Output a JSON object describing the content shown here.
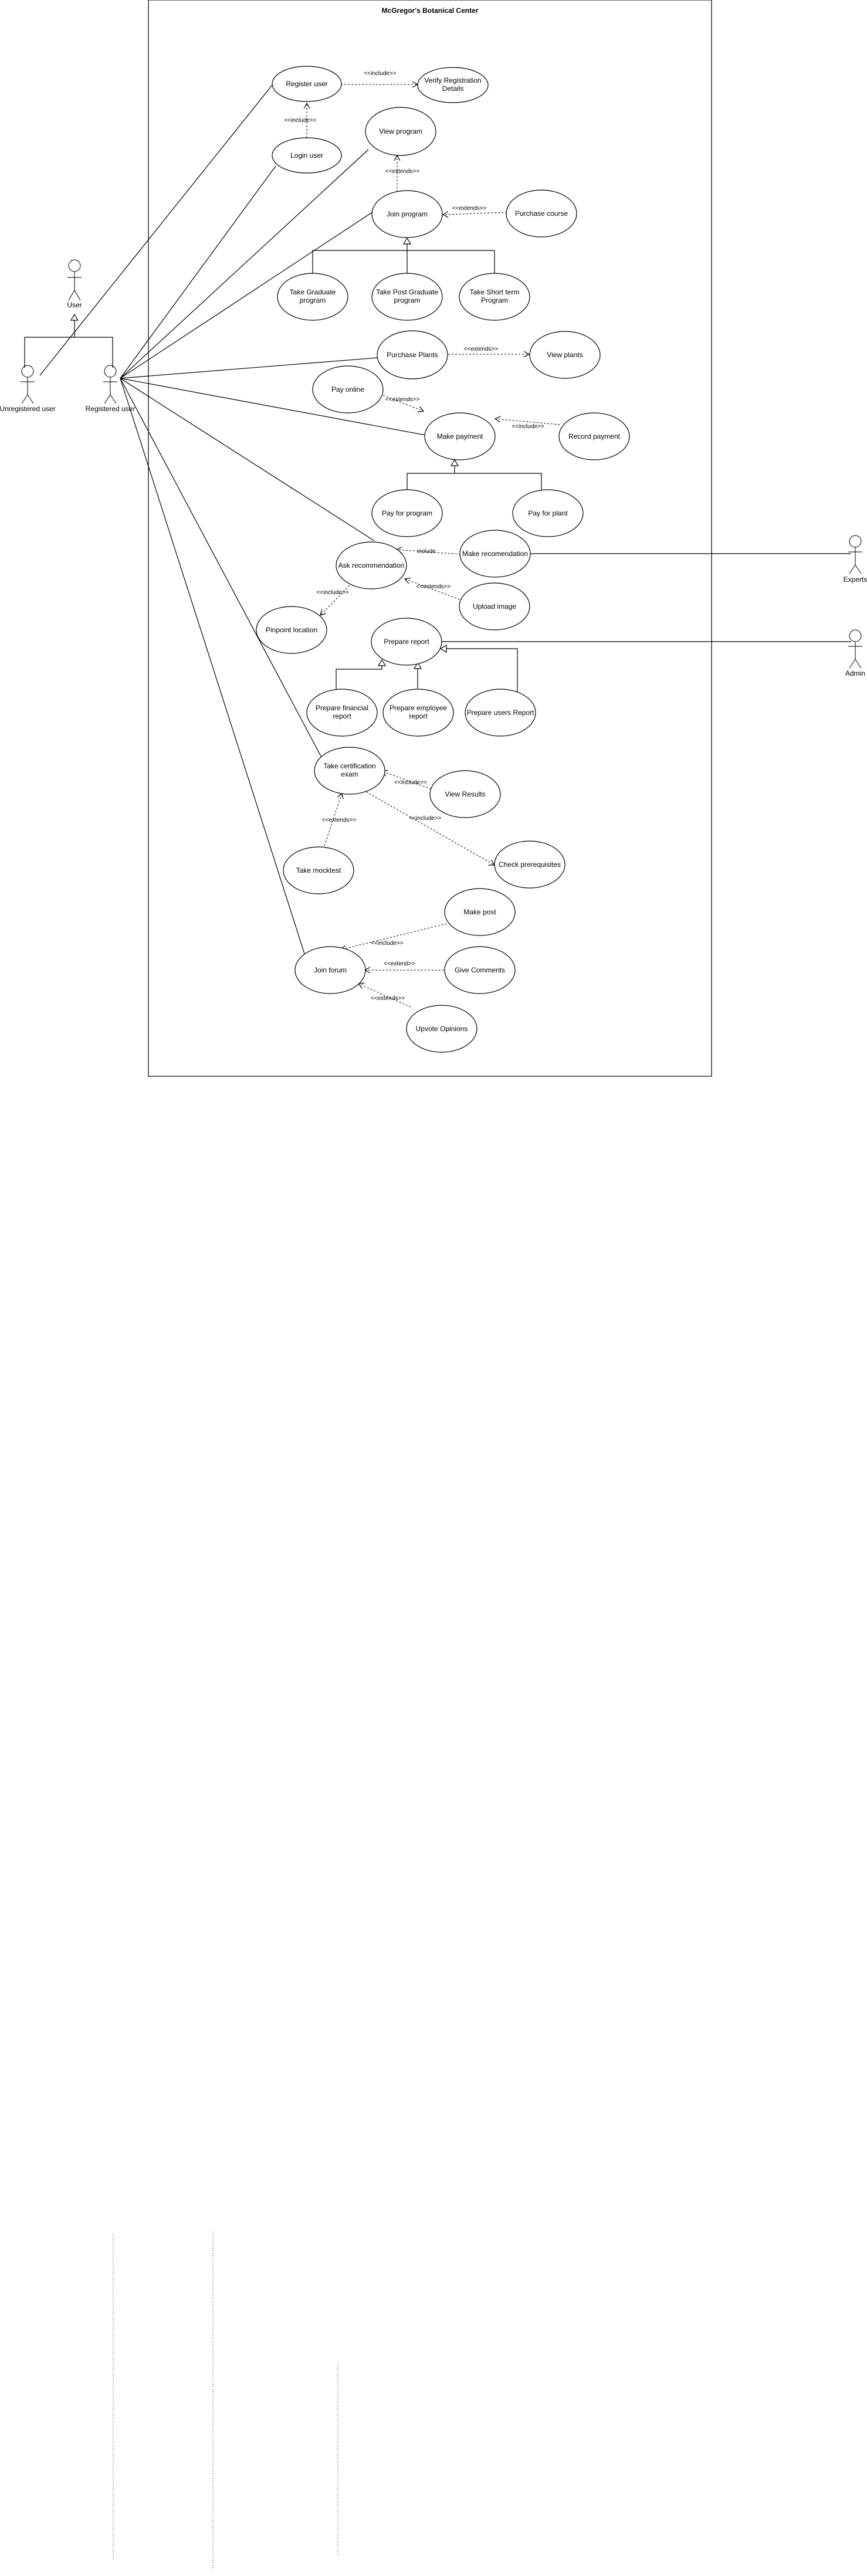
{
  "system": {
    "title": "McGregor's Botanical Center"
  },
  "actors": {
    "user": "User",
    "unregistered": "Unregistered user",
    "registered": "Registered user",
    "experts": "Experts",
    "admin": "Admin"
  },
  "use_cases": {
    "register_user": "Register user",
    "verify_details_1": "Verify Registration",
    "verify_details_2": "Details",
    "login_user": "Login user",
    "view_program": "View program",
    "join_program": "Join  program",
    "purchase_course": "Purchase course",
    "take_graduate_1": "Take Graduate",
    "take_graduate_2": "program",
    "take_postgrad_1": "Take Post Graduate",
    "take_postgrad_2": "program",
    "take_shortterm_1": "Take Short term",
    "take_shortterm_2": "Program",
    "purchase_plants": "Purchase Plants",
    "view_plants": "View plants",
    "pay_online": "Pay online",
    "make_payment": "Make payment",
    "record_payment": "Record payment",
    "pay_for_program": "Pay for program",
    "pay_for_plant": "Pay for plant",
    "ask_recommendation": "Ask recommendation",
    "make_recommendation": "Make recomendation",
    "upload_image": "Upload image",
    "pinpoint_location": "Pinpoint location",
    "prepare_report": "Prepare report",
    "prepare_financial_1": "Prepare financial",
    "prepare_financial_2": "report",
    "prepare_employee_1": "Prepare employee",
    "prepare_employee_2": "report",
    "prepare_users_report": "Prepare users Report",
    "take_cert_1": "Take certification",
    "take_cert_2": "exam",
    "view_results": "View Results",
    "check_prereq": "Check prerequisites",
    "take_mocktest": "Take mocktest",
    "join_forum": "Join forum",
    "make_post": "Make post",
    "give_comments": "Give Comments",
    "upvote_opinions": "Upvote Opinions"
  },
  "stereotypes": {
    "include": "<<include>>",
    "include_alt": "<<Include>>",
    "extends": "<<extends>>",
    "include_bare": "include",
    "extend": "<<extend>>"
  }
}
